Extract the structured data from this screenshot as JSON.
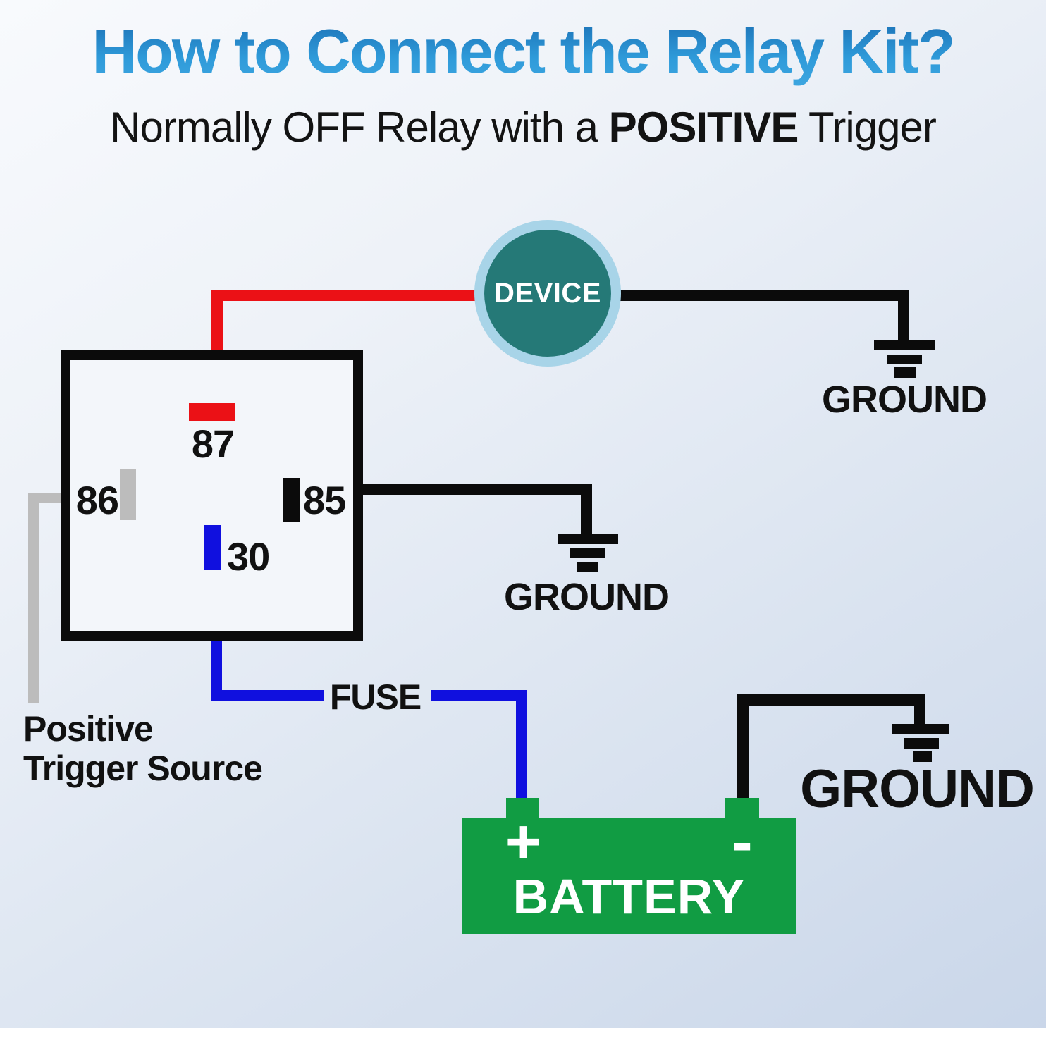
{
  "title": "How to Connect the Relay Kit?",
  "subtitle": {
    "prefix": "Normally OFF Relay with a ",
    "emphasis": "POSITIVE",
    "suffix": " Trigger"
  },
  "device": {
    "label": "DEVICE"
  },
  "relay": {
    "pin87": "87",
    "pin86": "86",
    "pin85": "85",
    "pin30": "30"
  },
  "grounds": {
    "device_ground": "GROUND",
    "relay_ground": "GROUND",
    "battery_ground": "GROUND"
  },
  "fuse": "FUSE",
  "trigger": {
    "line1": "Positive",
    "line2": "Trigger Source"
  },
  "battery": {
    "label": "BATTERY",
    "plus": "+",
    "minus": "-"
  },
  "colors": {
    "title_blue": "#2490d2",
    "wire_red": "#eb1116",
    "wire_blue": "#1010df",
    "wire_black": "#0b0b0b",
    "wire_gray": "#bcbcbc",
    "battery_green": "#119c43",
    "device_teal": "#257977",
    "device_ring": "#a8d4e8"
  }
}
